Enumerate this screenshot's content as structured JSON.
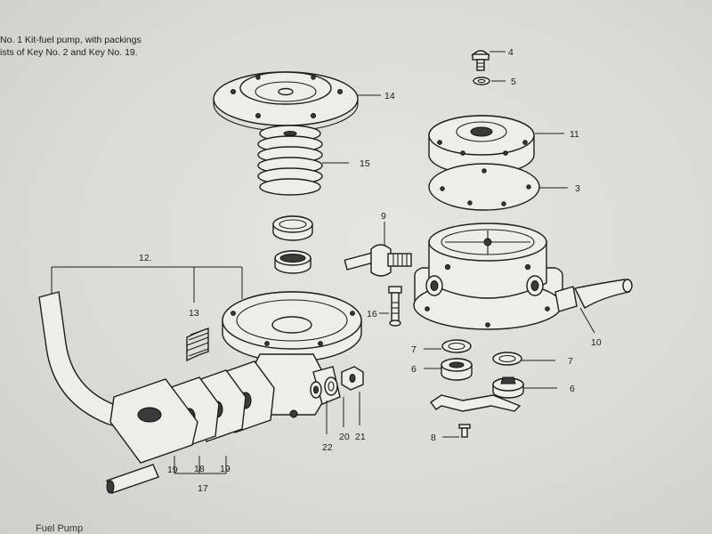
{
  "caption": {
    "line1": "No. 1 Kit-fuel pump, with packings",
    "line2": "ists of Key No. 2 and Key No. 19."
  },
  "footer": "Fuel Pump",
  "callouts": {
    "c4": "4",
    "c5": "5",
    "c14": "14",
    "c11": "11",
    "c15": "15",
    "c3": "3",
    "c9": "9",
    "c12": "12.",
    "c13": "13",
    "c16": "16",
    "c10": "10",
    "c7a": "7",
    "c7b": "7",
    "c6a": "6",
    "c6b": "6",
    "c8": "8",
    "c22": "22",
    "c20": "20",
    "c21": "21",
    "c19a": "19",
    "c18": "18",
    "c19b": "19",
    "c17": "17"
  }
}
